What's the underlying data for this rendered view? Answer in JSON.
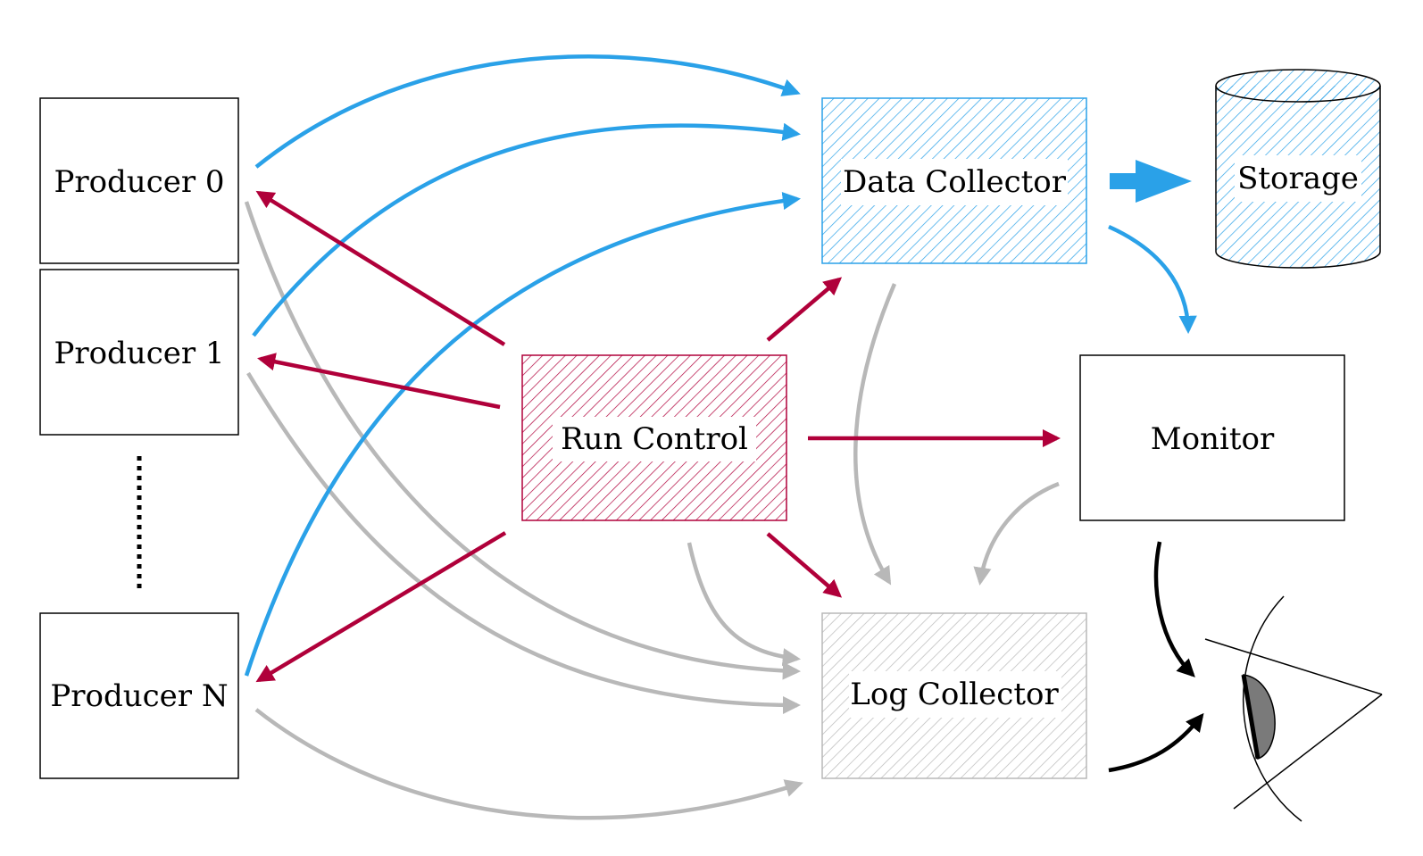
{
  "nodes": {
    "producer_0": "Producer 0",
    "producer_1": "Producer 1",
    "producer_n": "Producer N",
    "run_control": "Run Control",
    "data_collector": "Data Collector",
    "log_collector": "Log Collector",
    "storage": "Storage",
    "monitor": "Monitor"
  },
  "colors": {
    "data_flow": "#2aa1e8",
    "control": "#b0003a",
    "log": "#b8b8b8",
    "user": "#000000"
  }
}
